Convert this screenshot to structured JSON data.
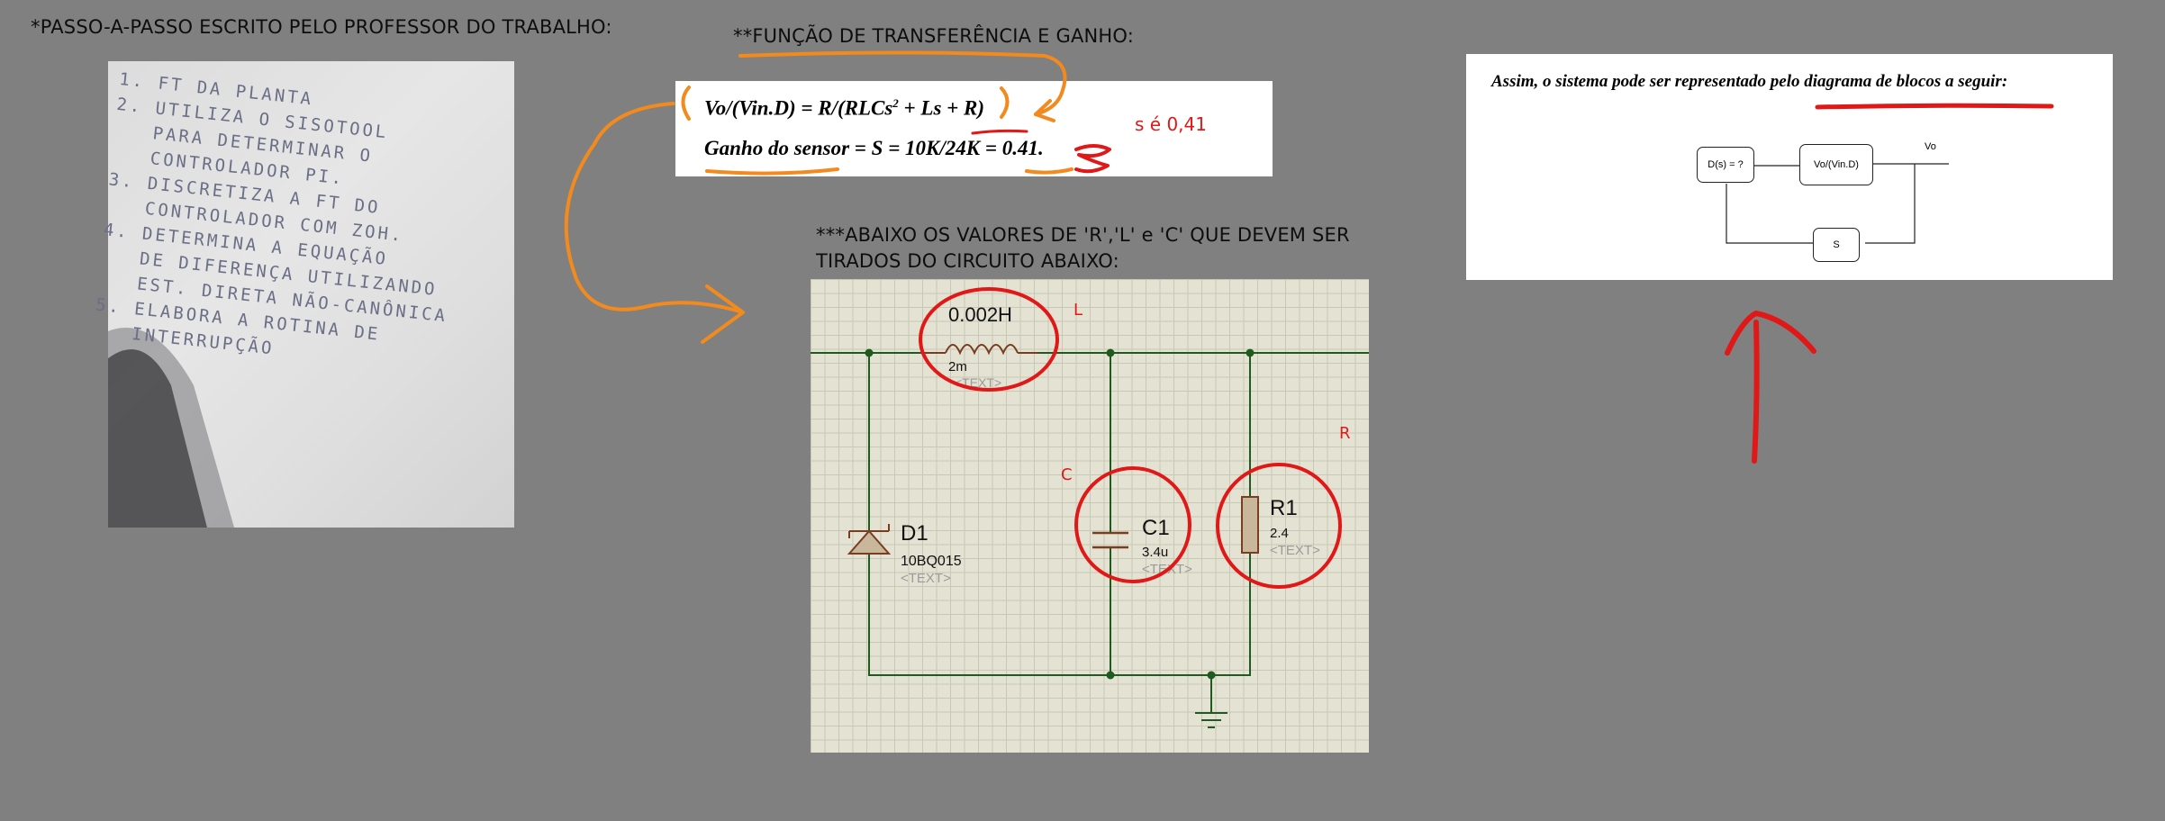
{
  "headings": {
    "professor_steps": "*PASSO-A-PASSO ESCRITO PELO PROFESSOR DO TRABALHO:",
    "transfer_function": "**FUNÇÃO DE TRANSFERÊNCIA E GANHO:",
    "values_line1": "***ABAIXO OS VALORES DE 'R','L' e 'C' QUE DEVEM SER",
    "values_line2": "TIRADOS DO CIRCUITO ABAIXO:"
  },
  "handwritten_note": {
    "lines": [
      "1. FT DA PLANTA",
      "2. UTILIZA O SISOTOOL",
      "   PARA DETERMINAR O",
      "   CONTROLADOR PI.",
      "3. DISCRETIZA A FT DO",
      "   CONTROLADOR COM ZOH.",
      "4. DETERMINA A EQUAÇÃO",
      "   DE DIFERENÇA UTILIZANDO",
      "   EST. DIRETA NÃO-CANÔNICA",
      "5. ELABORA A ROTINA DE",
      "   INTERRUPÇÃO"
    ]
  },
  "transfer_function_box": {
    "eq_prefix": "Vo/(Vin.D) = R/(RLCs",
    "eq_exponent": "2",
    "eq_suffix": " + Ls + R)",
    "gain_text": "Ganho do sensor = S = 10K/24K = 0.41."
  },
  "annotations": {
    "s_value": "s é 0,41",
    "label_L": "L",
    "label_C": "C",
    "label_R": "R"
  },
  "circuit": {
    "inductor": {
      "name": "0.002H",
      "value": "2m",
      "placeholder": "<TEXT>"
    },
    "diode": {
      "name": "D1",
      "part": "10BQ015",
      "placeholder": "<TEXT>"
    },
    "capacitor": {
      "name": "C1",
      "value": "3.4u",
      "placeholder": "<TEXT>"
    },
    "resistor": {
      "name": "R1",
      "value": "2.4",
      "placeholder": "<TEXT>"
    }
  },
  "block_diagram": {
    "caption": "Assim, o sistema pode ser representado pelo diagrama de blocos a seguir:",
    "controller_block": "D(s) = ?",
    "plant_block": "Vo/(Vin.D)",
    "output_label": "Vo",
    "feedback_block": "S"
  },
  "colors": {
    "background": "#808080",
    "annotation_red": "#e01818",
    "annotation_orange": "#f28a1e",
    "wire_green": "#1f5a1f",
    "grid_paper": "#e3e2d3",
    "component_fill": "#c9b79c",
    "component_stroke": "#7a3d21"
  }
}
